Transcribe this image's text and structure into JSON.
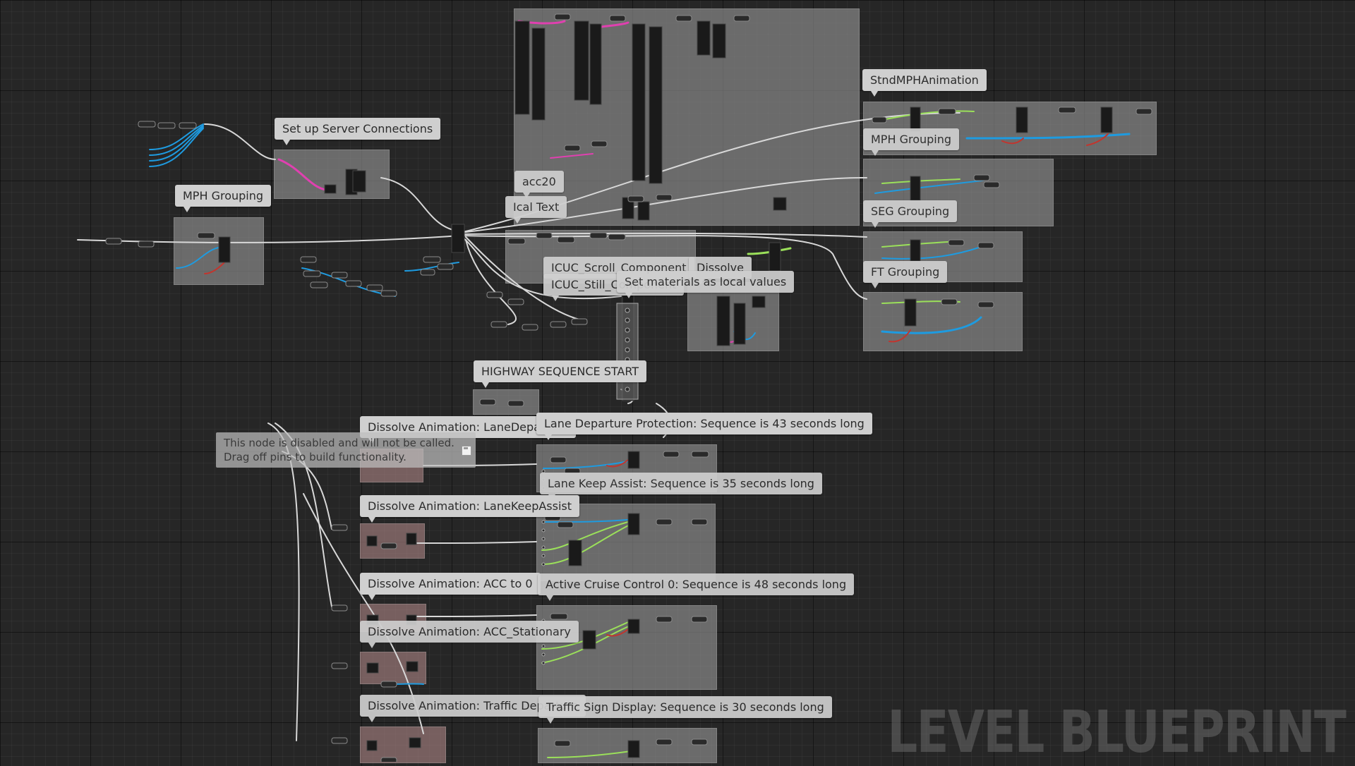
{
  "graph": {
    "watermark": "LEVEL BLUEPRINT",
    "comments": {
      "stnd_mph_animation": "StndMPHAnimation",
      "set_up_server_connections": "Set up Server Connections",
      "mph_grouping_left": "MPH Grouping",
      "mph_grouping_right": "MPH Grouping",
      "seg_grouping": "SEG Grouping",
      "ft_grouping": "FT Grouping",
      "acc20": "acc20",
      "ical_text": "Ical Text",
      "icuc_scroll_component": "ICUC_Scroll_Component",
      "icuc_still_component": "ICUC_Still_Component",
      "dissolve": "Dissolve",
      "set_materials": "Set materials as local values",
      "highway_sequence_start": "HIGHWAY SEQUENCE START",
      "dissolve_lane_departure": "Dissolve Animation: LaneDeparture",
      "lane_departure_protection": "Lane Departure Protection: Sequence is 43 seconds long",
      "lane_keep_assist": "Lane Keep Assist: Sequence is 35 seconds long",
      "dissolve_lane_keep_assist": "Dissolve Animation: LaneKeepAssist",
      "dissolve_acc_to_0": "Dissolve Animation: ACC to 0",
      "active_cruise_control": "Active Cruise Control 0: Sequence is 48 seconds long",
      "dissolve_acc_stationary": "Dissolve Animation: ACC_Stationary",
      "dissolve_traffic_departure": "Dissolve Animation: Traffic Departure",
      "traffic_sign_display": "Traffic Sign Display: Sequence is 30 seconds long"
    },
    "disabled_tooltip": {
      "line1": "This node is disabled and will not be called.",
      "line2": "Drag off pins to build functionality."
    }
  },
  "colors": {
    "wire_exec": "#e6e6e6",
    "wire_blue": "#1e9be0",
    "wire_pink": "#e040b0",
    "wire_green": "#9be05a",
    "wire_red": "#c2352e",
    "wire_yellow": "#e8c040"
  }
}
